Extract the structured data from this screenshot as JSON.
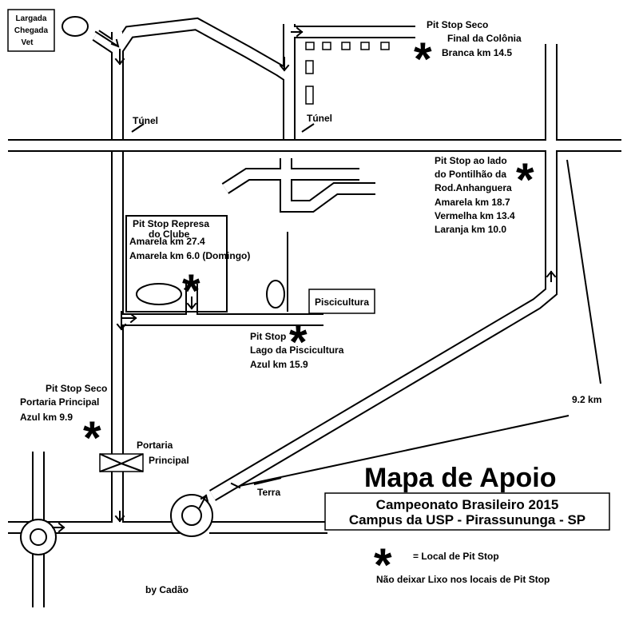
{
  "labels": {
    "start_line1": "Largada",
    "start_line2": "Chegada",
    "start_line3": "Vet",
    "tunnel_left": "Túnel",
    "tunnel_right": "Túnel",
    "ps_top_line1": "Pit Stop Seco",
    "ps_top_line2": "Final da Colônia",
    "ps_top_line3": "Branca km 14.5",
    "ps_right_line1": "Pit Stop ao lado",
    "ps_right_line2": "do Pontilhão da",
    "ps_right_line3": "Rod.Anhanguera",
    "ps_right_line4": "Amarela km 18.7",
    "ps_right_line5": "Vermelha km 13.4",
    "ps_right_line6": "Laranja km 10.0",
    "ps_dam_line1": "Pit Stop Represa",
    "ps_dam_line2": "do Clube",
    "ps_dam_line3": "Amarela km 27.4",
    "ps_dam_line4": "Amarela km 6.0 (Domingo)",
    "fish_farm": "Piscicultura",
    "ps_lake_line1": "Pit Stop",
    "ps_lake_line2": "Lago da Piscicultura",
    "ps_lake_line3": "Azul km 15.9",
    "ps_gate_line1": "Pit Stop Seco",
    "ps_gate_line2": "Portaria Principal",
    "ps_gate_line3": "Azul km  9.9",
    "gate_line1": "Portaria",
    "gate_line2": "Principal",
    "distance": "9.2 km",
    "dirt": "Terra",
    "author": "by Cadão"
  },
  "title": {
    "main": "Mapa de Apoio",
    "sub1": "Campeonato Brasileiro 2015",
    "sub2": "Campus da USP - Pirassununga - SP"
  },
  "legend": {
    "symbol": "*",
    "meaning": "= Local de Pit Stop",
    "note": "Não deixar Lixo nos locais de Pit Stop"
  },
  "colors": {
    "ink": "#000000",
    "paper": "#ffffff"
  }
}
